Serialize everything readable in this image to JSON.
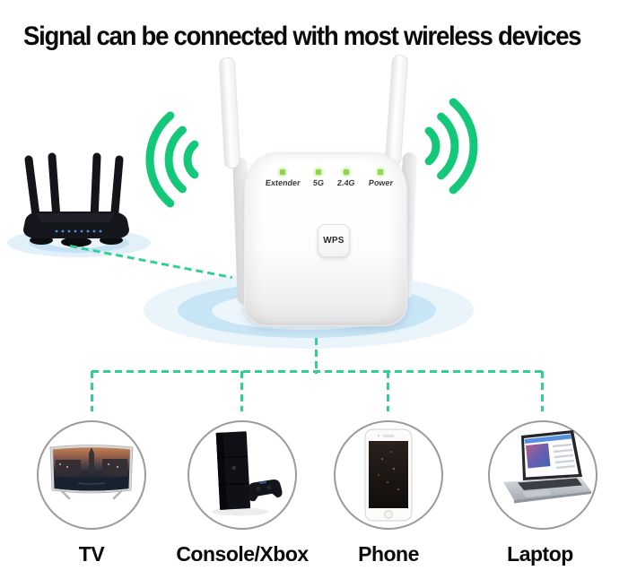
{
  "title": "Signal can be connected with most wireless devices",
  "colors": {
    "signal_green": "#13c878",
    "dash_green": "#2fd092",
    "led_green": "#8fd83f",
    "ripple_blue": "#bfe1f5",
    "router_black": "#14151a",
    "text_black": "#0a0a0a"
  },
  "router": {
    "icon": "wifi-router-icon"
  },
  "extender": {
    "icon": "wifi-extender-icon",
    "leds": [
      {
        "label": "Extender",
        "state": "on"
      },
      {
        "label": "5G",
        "state": "on"
      },
      {
        "label": "2.4G",
        "state": "on"
      },
      {
        "label": "Power",
        "state": "on"
      }
    ],
    "wps_label": "WPS"
  },
  "signals": {
    "left": "wifi-signal-arcs-icon",
    "right": "wifi-signal-arcs-icon"
  },
  "devices": [
    {
      "label": "TV",
      "icon": "tv-icon"
    },
    {
      "label": "Console/Xbox",
      "icon": "game-console-icon"
    },
    {
      "label": "Phone",
      "icon": "smartphone-icon"
    },
    {
      "label": "Laptop",
      "icon": "laptop-icon"
    }
  ]
}
